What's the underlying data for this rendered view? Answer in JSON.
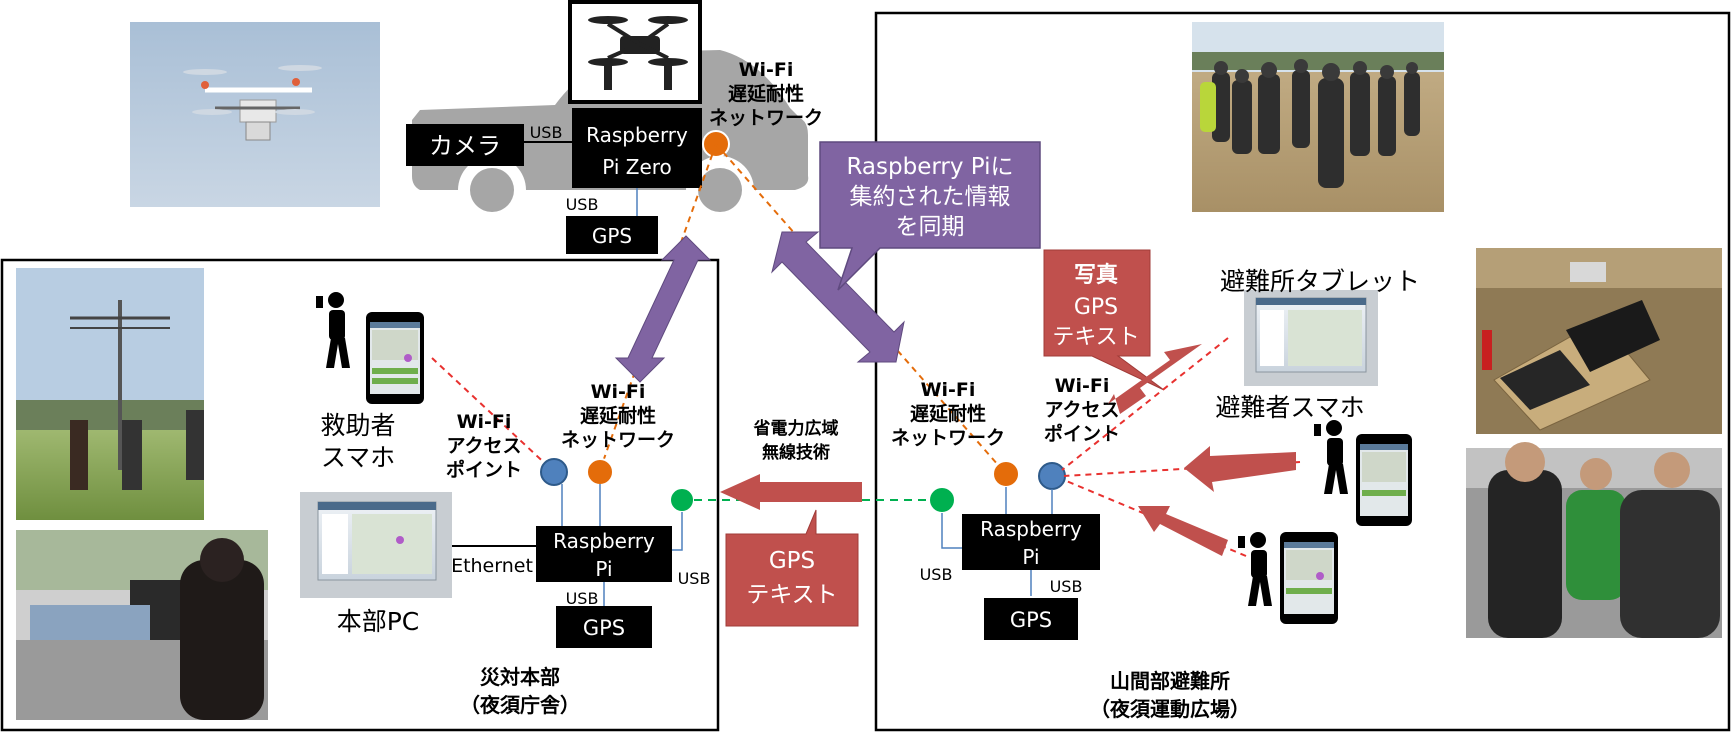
{
  "colors": {
    "black_box": "#000000",
    "wifi_delay_orange": "#e46c0a",
    "access_point_blue": "#4f81bd",
    "lpwa_green": "#00b050",
    "sync_purple": "#8064a2",
    "data_red": "#c0504d",
    "car_gray": "#a6a6a6"
  },
  "drone": {
    "camera_label": "カメラ",
    "usb_camera": "USB",
    "pi_zero_line1": "Raspberry",
    "pi_zero_line2": "Pi Zero",
    "usb_gps": "USB",
    "gps_label": "GPS",
    "wifi_line1": "Wi-Fi",
    "wifi_line2": "遅延耐性",
    "wifi_line3": "ネットワーク"
  },
  "sync_callout": {
    "line1": "Raspberry Piに",
    "line2": "集約された情報",
    "line3": "を同期"
  },
  "hq": {
    "rescuer_line1": "救助者",
    "rescuer_line2": "スマホ",
    "ap_line1": "Wi-Fi",
    "ap_line2": "アクセス",
    "ap_line3": "ポイント",
    "dtn_line1": "Wi-Fi",
    "dtn_line2": "遅延耐性",
    "dtn_line3": "ネットワーク",
    "pc_label": "本部PC",
    "ethernet_label": "Ethernet",
    "pi_line1": "Raspberry",
    "pi_line2": "Pi",
    "usb_right": "USB",
    "usb_gps": "USB",
    "gps_label": "GPS",
    "title_line1": "災対本部",
    "title_line2": "（夜須庁舎）"
  },
  "lpwa": {
    "label_line1": "省電力広域",
    "label_line2": "無線技術",
    "payload_line1": "GPS",
    "payload_line2": "テキスト"
  },
  "shelter": {
    "dtn_line1": "Wi-Fi",
    "dtn_line2": "遅延耐性",
    "dtn_line3": "ネットワーク",
    "ap_line1": "Wi-Fi",
    "ap_line2": "アクセス",
    "ap_line3": "ポイント",
    "payload_line1": "写真",
    "payload_line2": "GPS",
    "payload_line3": "テキスト",
    "tablet_label": "避難所タブレット",
    "evacuee_label": "避難者スマホ",
    "pi_line1": "Raspberry",
    "pi_line2": "Pi",
    "usb_left": "USB",
    "usb_gps": "USB",
    "gps_label": "GPS",
    "title_line1": "山間部避難所",
    "title_line2": "（夜須運動広場）"
  }
}
